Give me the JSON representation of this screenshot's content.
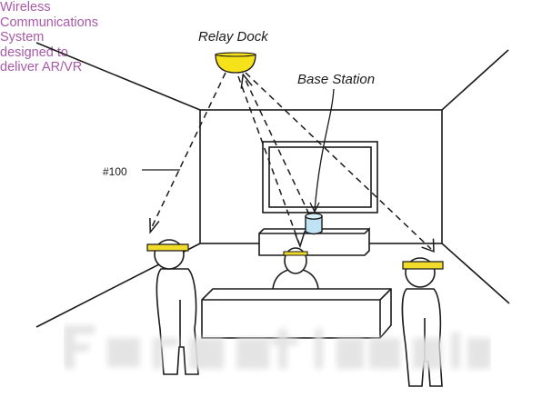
{
  "labels": {
    "relay_dock": "Relay Dock",
    "base_station": "Base Station",
    "wireless_lines": [
      "Wireless",
      "Communications",
      "System",
      "designed to",
      "deliver AR/VR"
    ],
    "reference_number": "#100"
  },
  "colors": {
    "line": "#1a1a1a",
    "label_accent": "#a85aa8",
    "relay_dock_fill": "#f5e21a",
    "headset_band": "#f2dc2a",
    "base_station_fill": "#bfe3f5",
    "watermark": "#e2e2e2"
  }
}
